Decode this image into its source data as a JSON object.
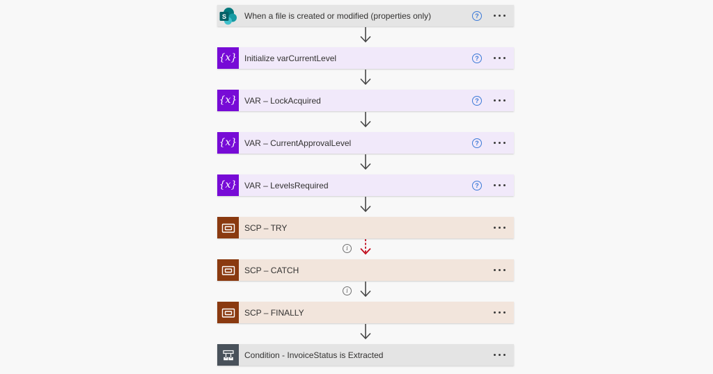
{
  "app": "Power Automate flow designer",
  "colors": {
    "canvas_bg": "#f8f8f8",
    "sharepoint_teal": "#03787c",
    "variable_purple": "#770bd6",
    "variable_card_bg": "#f1e9fa",
    "scope_brown": "#8a3a10",
    "scope_card_bg": "#f2e5dc",
    "condition_gray": "#49525b",
    "trigger_card_bg": "#e5e5e5",
    "arrow_gray": "#454545",
    "arrow_red": "#c00d1e",
    "help_blue": "#3b79d7"
  },
  "icons": {
    "sharepoint_letter": "S",
    "variable_glyph": "{x}",
    "help_glyph": "?",
    "info_glyph": "i"
  },
  "flow": {
    "nodes": [
      {
        "title": "When a file is created or modified (properties only)",
        "type": "sharepoint-trigger",
        "has_help": true
      },
      {
        "title": "Initialize varCurrentLevel",
        "type": "variable",
        "has_help": true
      },
      {
        "title": "VAR – LockAcquired",
        "type": "variable",
        "has_help": true
      },
      {
        "title": "VAR – CurrentApprovalLevel",
        "type": "variable",
        "has_help": true
      },
      {
        "title": "VAR – LevelsRequired",
        "type": "variable",
        "has_help": true
      },
      {
        "title": "SCP – TRY",
        "type": "scope",
        "has_help": false
      },
      {
        "title": "SCP – CATCH",
        "type": "scope",
        "has_help": false
      },
      {
        "title": "SCP – FINALLY",
        "type": "scope",
        "has_help": false
      },
      {
        "title": "Condition - InvoiceStatus is Extracted",
        "type": "condition",
        "has_help": false
      }
    ],
    "connectors": [
      {
        "from": 0,
        "to": 1,
        "style": "solid",
        "info": false
      },
      {
        "from": 1,
        "to": 2,
        "style": "solid",
        "info": false
      },
      {
        "from": 2,
        "to": 3,
        "style": "solid",
        "info": false
      },
      {
        "from": 3,
        "to": 4,
        "style": "solid",
        "info": false
      },
      {
        "from": 4,
        "to": 5,
        "style": "solid",
        "info": false
      },
      {
        "from": 5,
        "to": 6,
        "style": "dashed-red",
        "info": true
      },
      {
        "from": 6,
        "to": 7,
        "style": "solid",
        "info": true
      },
      {
        "from": 7,
        "to": 8,
        "style": "solid",
        "info": false
      }
    ]
  }
}
